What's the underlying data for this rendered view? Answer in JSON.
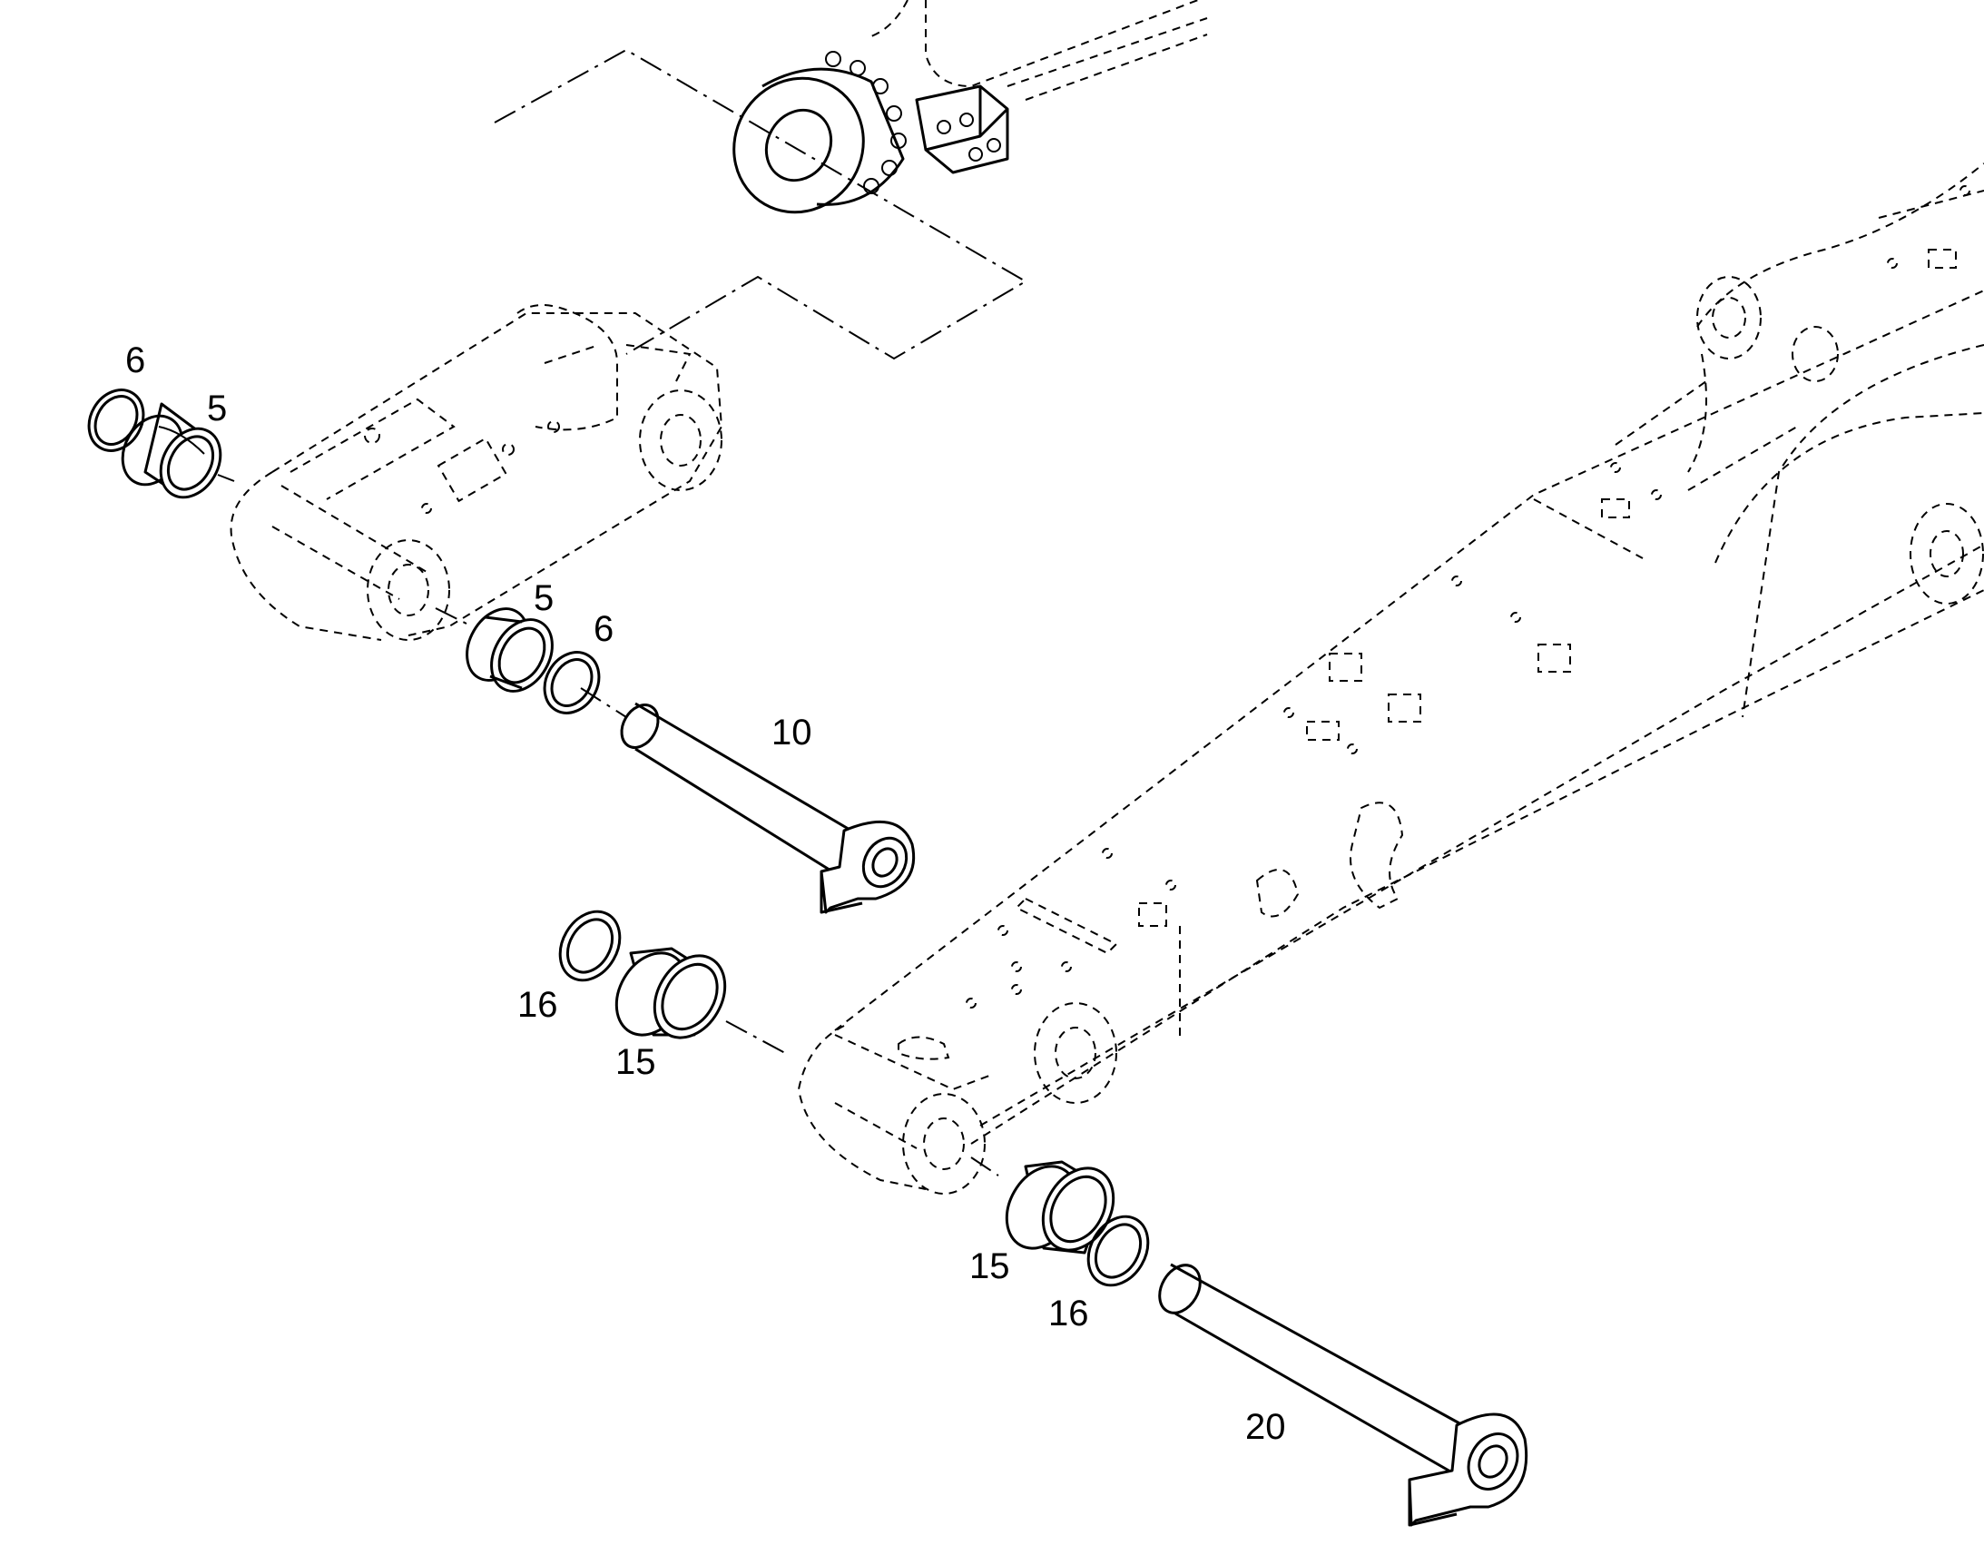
{
  "colors": {
    "line": "#000000",
    "background": "#ffffff"
  },
  "callouts": [
    {
      "id": "label-6-top",
      "text": "6"
    },
    {
      "id": "label-5-top",
      "text": "5"
    },
    {
      "id": "label-5-mid",
      "text": "5"
    },
    {
      "id": "label-6-mid",
      "text": "6"
    },
    {
      "id": "label-10",
      "text": "10"
    },
    {
      "id": "label-16-left",
      "text": "16"
    },
    {
      "id": "label-15-left",
      "text": "15"
    },
    {
      "id": "label-15-right",
      "text": "15"
    },
    {
      "id": "label-16-right",
      "text": "16"
    },
    {
      "id": "label-20",
      "text": "20"
    }
  ]
}
